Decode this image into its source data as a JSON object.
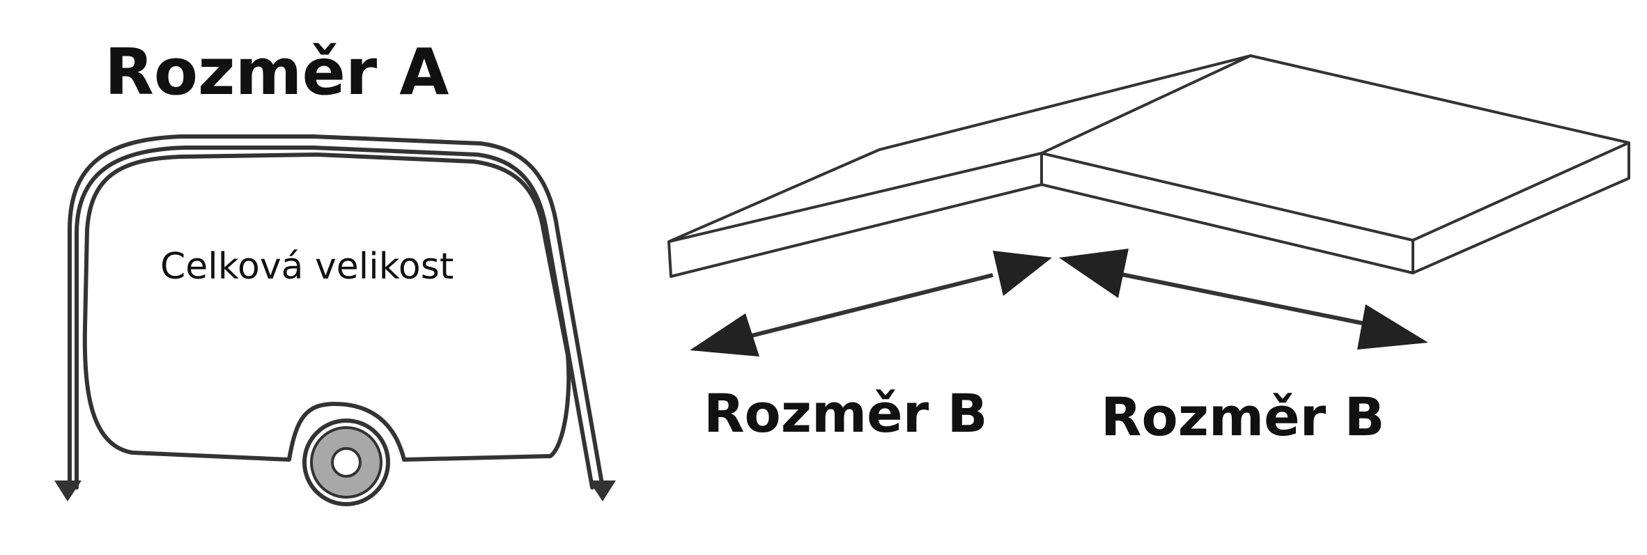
{
  "labels": {
    "dimension_a": "Rozměr A",
    "overall_size": "Celková velikost",
    "dimension_b_left": "Rozměr B",
    "dimension_b_right": "Rozměr B"
  },
  "colors": {
    "line": "#333333",
    "text": "#111111",
    "wheel_fill": "#a8a8a8",
    "background": "#ffffff"
  }
}
